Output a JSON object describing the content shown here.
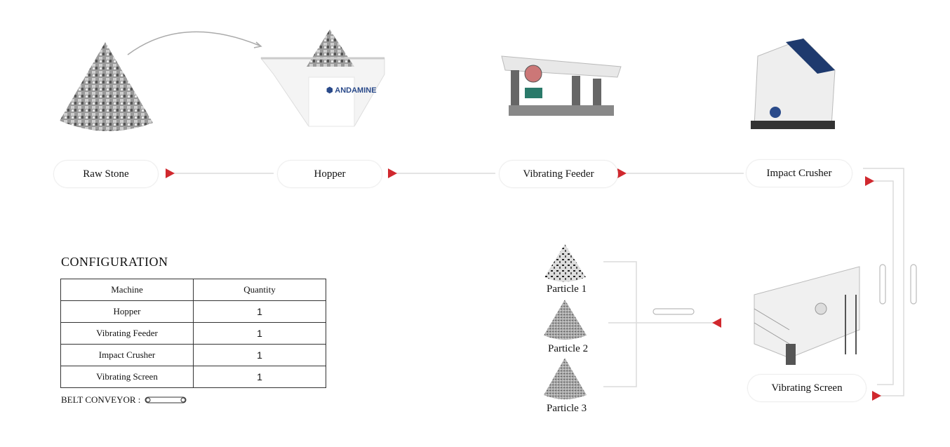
{
  "flow": {
    "raw_stone": "Raw Stone",
    "hopper": "Hopper",
    "vibrating_feeder": "Vibrating Feeder",
    "impact_crusher": "Impact Crusher",
    "vibrating_screen": "Vibrating Screen"
  },
  "particles": [
    "Particle 1",
    "Particle 2",
    "Particle 3"
  ],
  "brand": "ANDAMINE",
  "configuration": {
    "title": "CONFIGURATION",
    "headers": [
      "Machine",
      "Quantity"
    ],
    "rows": [
      {
        "machine": "Hopper",
        "quantity": "1"
      },
      {
        "machine": "Vibrating Feeder",
        "quantity": "1"
      },
      {
        "machine": "Impact Crusher",
        "quantity": "1"
      },
      {
        "machine": "Vibrating Screen",
        "quantity": "1"
      }
    ]
  },
  "legend": {
    "belt_conveyor": "BELT CONVEYOR :"
  },
  "colors": {
    "arrow": "#d0282e",
    "line": "#dcdcdc",
    "brand": "#2a4a8a"
  }
}
